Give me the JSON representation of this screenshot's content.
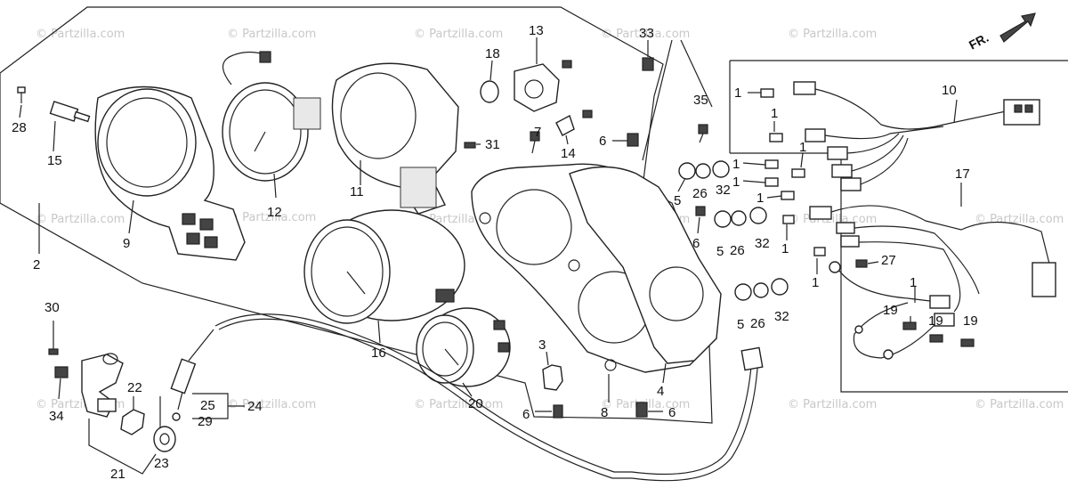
{
  "watermark_text": "© Partzilla.com",
  "direction_label": "FR.",
  "labels": {
    "l1": "1",
    "l2": "2",
    "l3": "3",
    "l4": "4",
    "l5": "5",
    "l6": "6",
    "l7": "7",
    "l8": "8",
    "l9": "9",
    "l10": "10",
    "l11": "11",
    "l12": "12",
    "l13": "13",
    "l14": "14",
    "l15": "15",
    "l16": "16",
    "l17": "17",
    "l18": "18",
    "l19": "19",
    "l20": "20",
    "l21": "21",
    "l22": "22",
    "l23": "23",
    "l24": "24",
    "l25": "25",
    "l26": "26",
    "l27": "27",
    "l28": "28",
    "l29": "29",
    "l30": "30",
    "l31": "31",
    "l32": "32",
    "l33": "33",
    "l34": "34",
    "l35": "35"
  }
}
